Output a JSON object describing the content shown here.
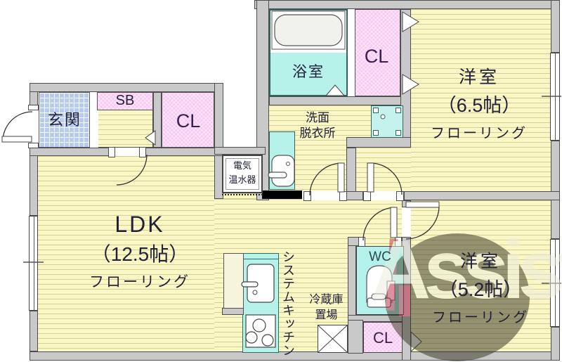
{
  "watermark": {
    "text": "Assist"
  },
  "rooms": {
    "genkan": {
      "label": "玄関"
    },
    "sb": {
      "label": "SB"
    },
    "cl_entry": {
      "label": "CL"
    },
    "bath": {
      "label": "浴室"
    },
    "cl_north": {
      "label": "CL"
    },
    "washroom": {
      "line1": "洗面",
      "line2": "脱衣所"
    },
    "west_room_north": {
      "name": "洋室",
      "size": "（6.5帖）",
      "floor": "フローリング"
    },
    "ldk": {
      "name": "LDK",
      "size": "（12.5帖）",
      "floor": "フローリング"
    },
    "wc": {
      "label": "WC"
    },
    "cl_south": {
      "label": "CL"
    },
    "west_room_south": {
      "name": "洋室",
      "size": "（5.2帖）",
      "floor": "フローリング"
    }
  },
  "fixtures": {
    "water_heater": {
      "line1": "電気",
      "line2": "温水器"
    },
    "kitchen": {
      "label": "システムキッチン"
    },
    "fridge": {
      "line1": "冷蔵庫",
      "line2": "置場"
    }
  },
  "colors": {
    "floor_yellow": "#faf7c6",
    "entry_tile_blue": "#b7cbf1",
    "closet_pink": "#f8c9f2",
    "water_cyan": "#b6f1ea",
    "wall_gray": "#c9c9c9",
    "watermark_red": "#b82840",
    "watermark_olive": "#30301e"
  }
}
